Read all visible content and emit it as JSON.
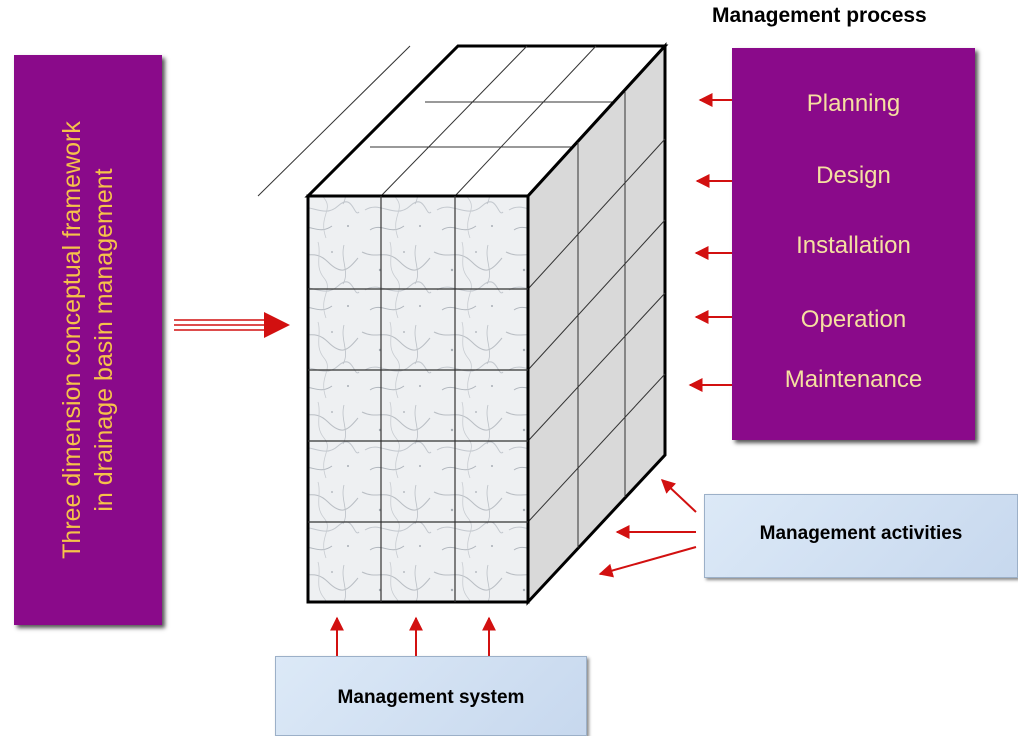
{
  "left_panel": {
    "line1": "Three dimension conceptual framework",
    "line2": "in drainage basin management"
  },
  "management_process": {
    "title": "Management process",
    "items": [
      "Planning",
      "Design",
      "Installation",
      "Operation",
      "Maintenance"
    ]
  },
  "management_activities": {
    "label": "Management activities"
  },
  "management_system": {
    "label": "Management system"
  },
  "colors": {
    "panel_purple": "#8a0a8a",
    "panel_text_gold": "#f5c24a",
    "arrow_red": "#d21010",
    "box_light_blue": "#d3e2f4"
  }
}
